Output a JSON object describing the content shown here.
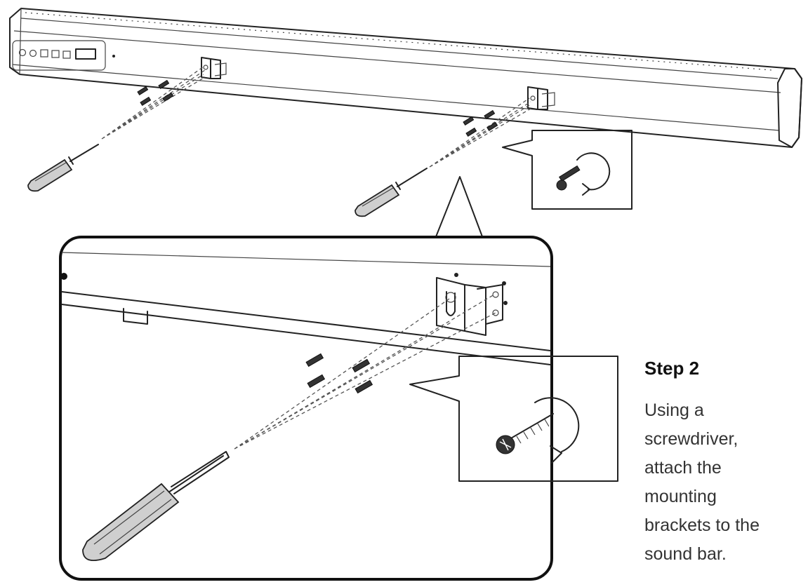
{
  "step": {
    "title": "Step 2",
    "text": "Using a\nscrewdriver,\nattach the\nmounting\nbrackets to the\nsound bar."
  },
  "icons": {
    "sound_bar": "sound-bar-illustration",
    "bracket": "mounting-bracket-icon",
    "screwdriver": "screwdriver-icon",
    "screw_rotation": "screw-rotate-clockwise-icon"
  },
  "colors": {
    "line": "#222222",
    "text": "#333333",
    "background": "#ffffff"
  }
}
